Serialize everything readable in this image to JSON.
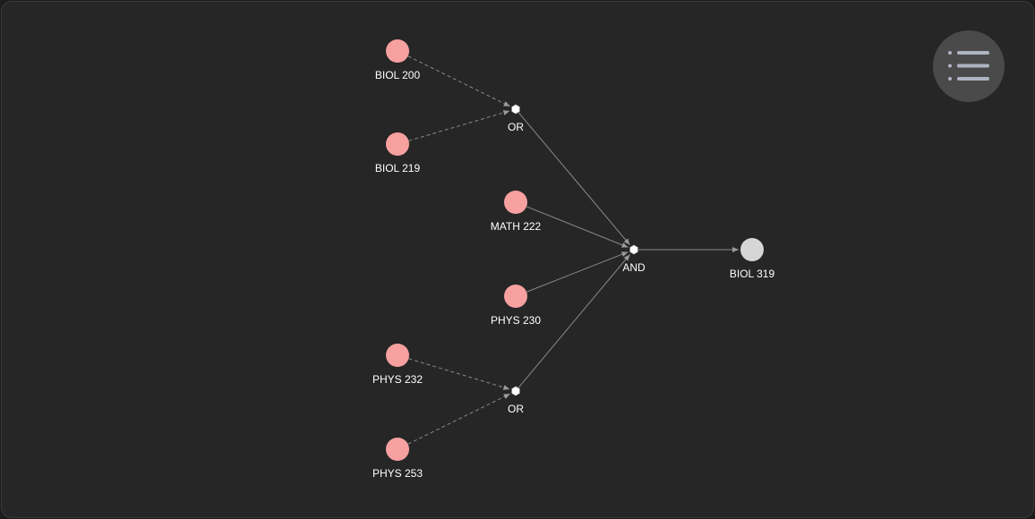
{
  "graph": {
    "colors": {
      "prerequisite": "#f7a0a0",
      "target": "#d6d6d6",
      "gate": "#ffffff",
      "edge": "#8a8a8a"
    },
    "nodes": [
      {
        "id": "biol200",
        "kind": "course",
        "label": "BIOL 200"
      },
      {
        "id": "biol219",
        "kind": "course",
        "label": "BIOL 219"
      },
      {
        "id": "math222",
        "kind": "course",
        "label": "MATH 222"
      },
      {
        "id": "phys230",
        "kind": "course",
        "label": "PHYS 230"
      },
      {
        "id": "phys232",
        "kind": "course",
        "label": "PHYS 232"
      },
      {
        "id": "phys253",
        "kind": "course",
        "label": "PHYS 253"
      },
      {
        "id": "or1",
        "kind": "gate",
        "label": "OR"
      },
      {
        "id": "or2",
        "kind": "gate",
        "label": "OR"
      },
      {
        "id": "and1",
        "kind": "gate",
        "label": "AND"
      },
      {
        "id": "biol319",
        "kind": "target",
        "label": "BIOL 319"
      }
    ],
    "edges": [
      {
        "from": "biol200",
        "to": "or1",
        "style": "dashed"
      },
      {
        "from": "biol219",
        "to": "or1",
        "style": "dashed"
      },
      {
        "from": "phys232",
        "to": "or2",
        "style": "dashed"
      },
      {
        "from": "phys253",
        "to": "or2",
        "style": "dashed"
      },
      {
        "from": "or1",
        "to": "and1",
        "style": "solid"
      },
      {
        "from": "math222",
        "to": "and1",
        "style": "solid"
      },
      {
        "from": "phys230",
        "to": "and1",
        "style": "solid"
      },
      {
        "from": "or2",
        "to": "and1",
        "style": "solid"
      },
      {
        "from": "and1",
        "to": "biol319",
        "style": "solid"
      }
    ]
  },
  "menu": {
    "icon": "list-menu-icon"
  }
}
